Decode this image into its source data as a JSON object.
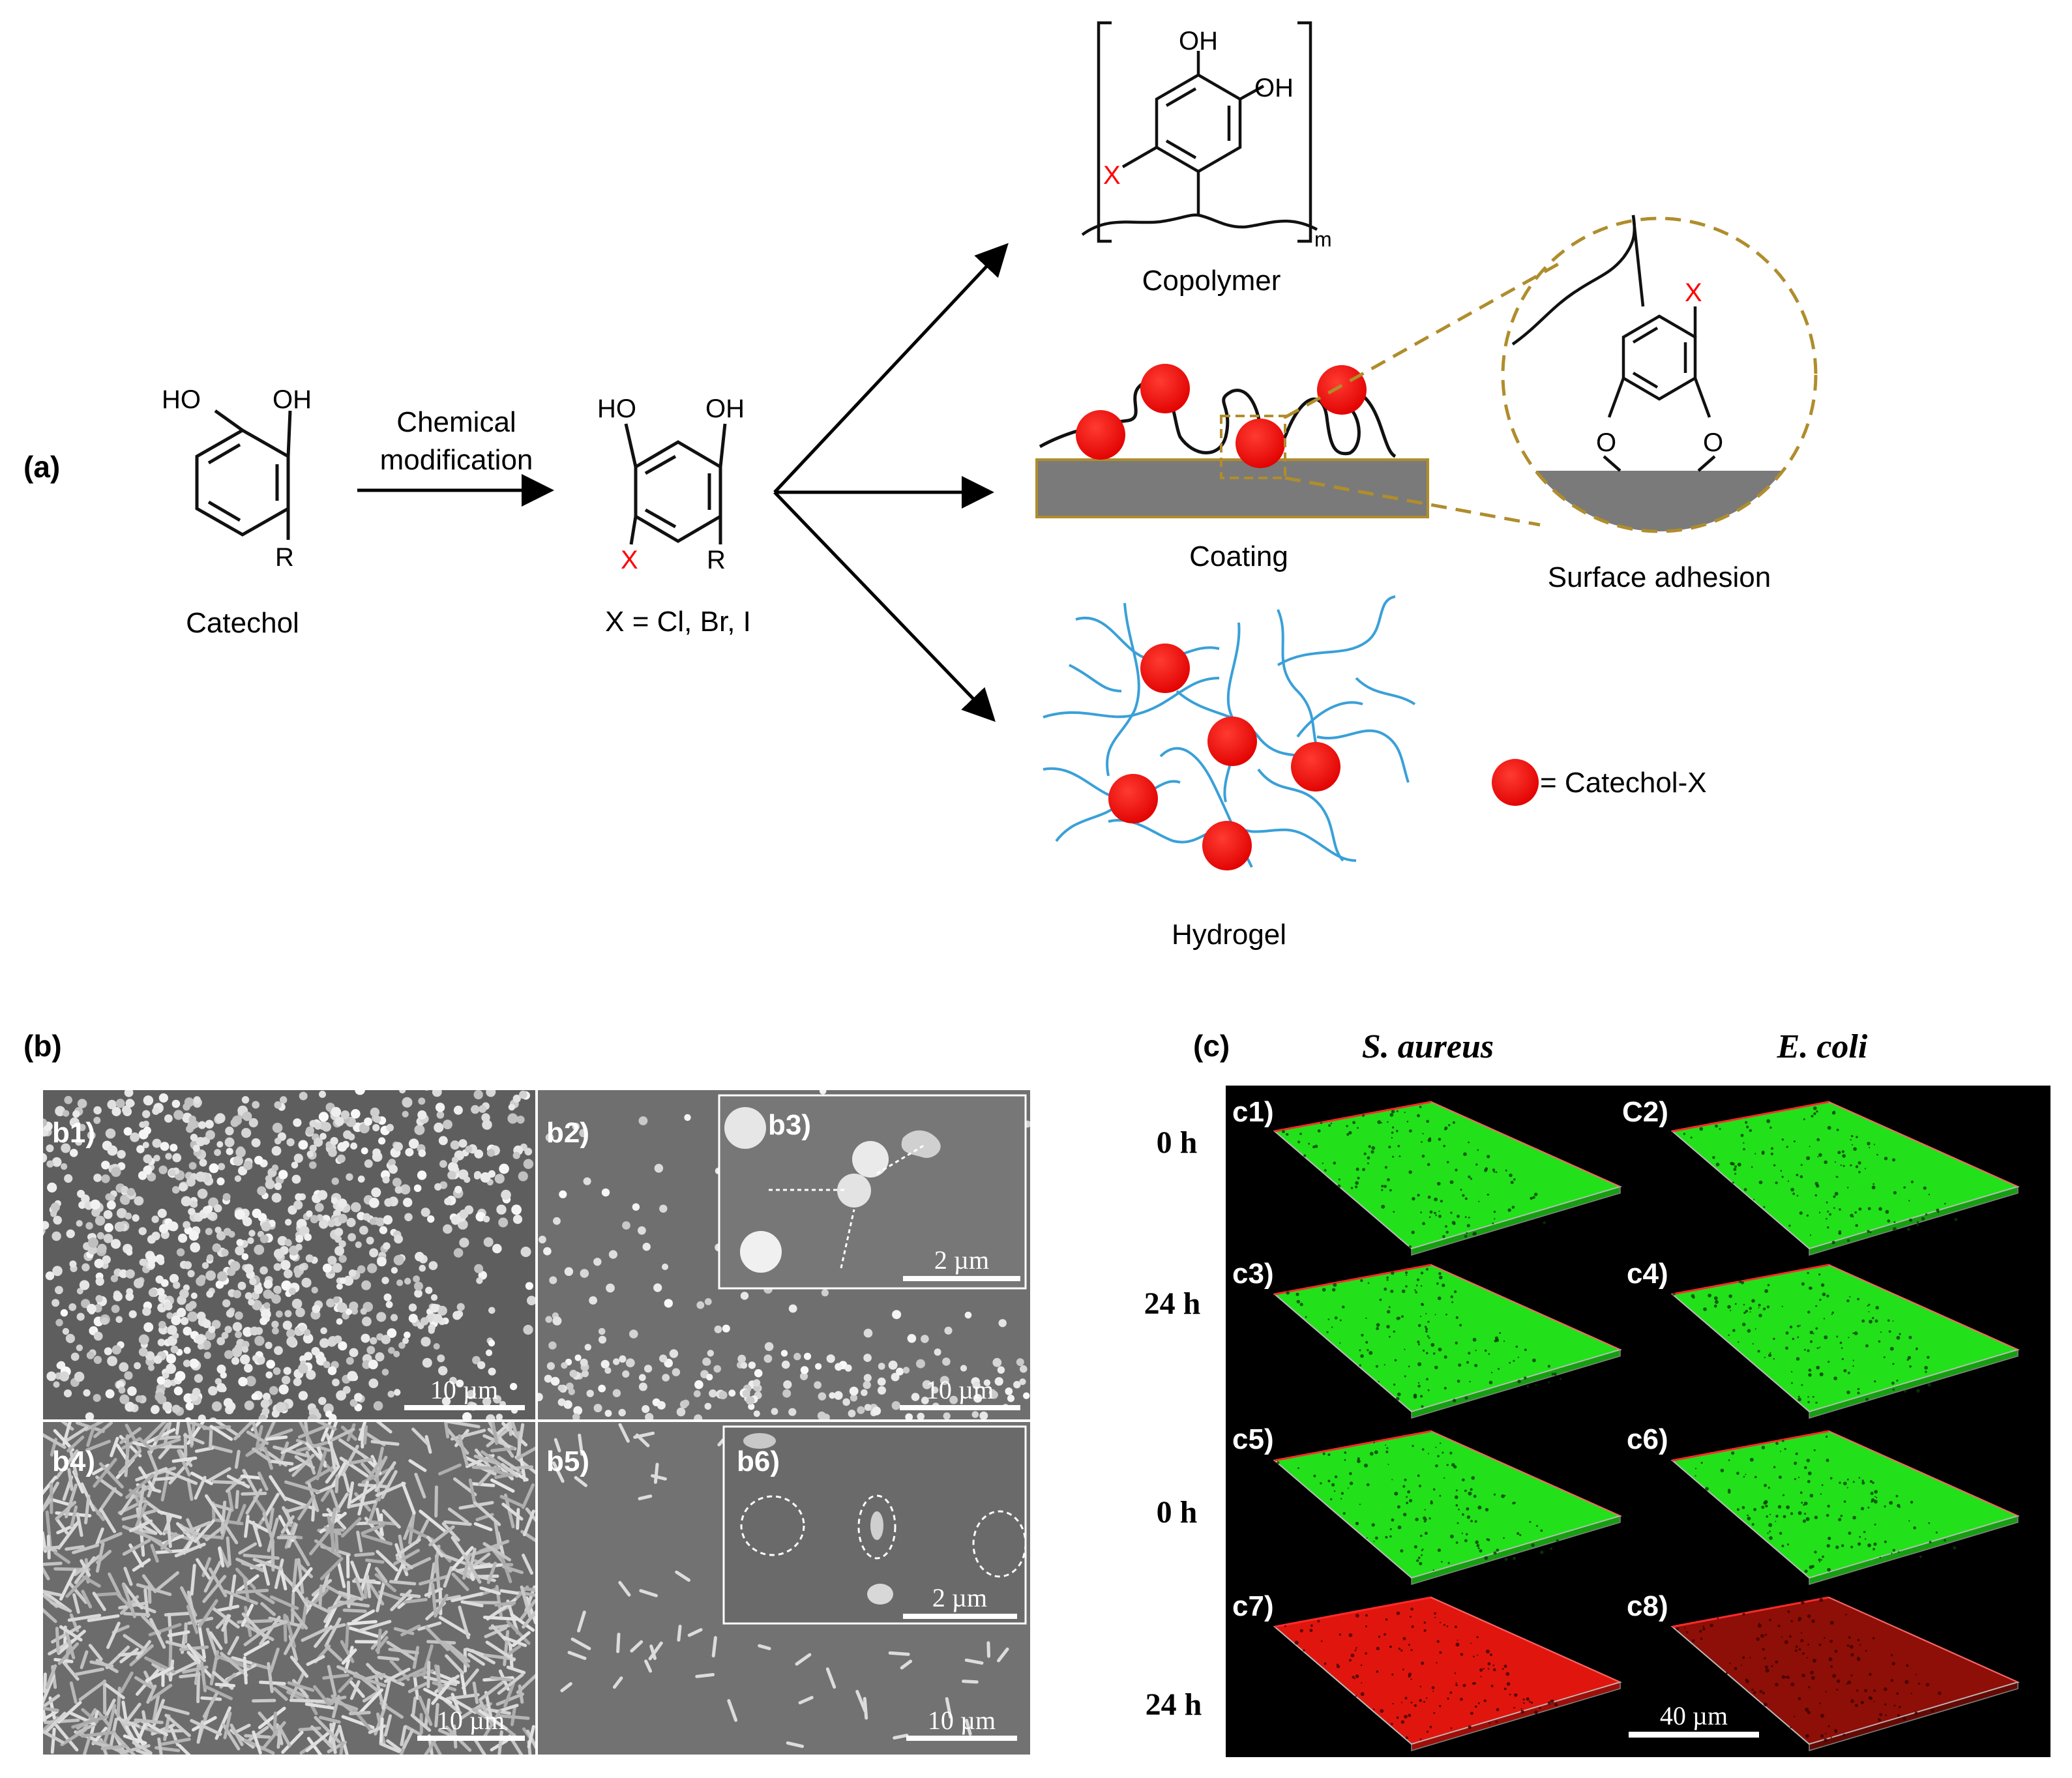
{
  "panel_a": {
    "label": "(a)",
    "catechol": {
      "ho": "HO",
      "oh": "OH",
      "r": "R",
      "name": "Catechol"
    },
    "arrow_label_1": "Chemical",
    "arrow_label_2": "modification",
    "product": {
      "ho": "HO",
      "oh": "OH",
      "x": "X",
      "r": "R",
      "caption": "X = Cl, Br, I"
    },
    "copolymer": {
      "oh1": "OH",
      "oh2": "OH",
      "x": "X",
      "m": "m",
      "name": "Copolymer"
    },
    "coating": {
      "name": "Coating"
    },
    "surface": {
      "x": "X",
      "o1": "O",
      "o2": "O",
      "name": "Surface adhesion"
    },
    "hydrogel": {
      "name": "Hydrogel"
    },
    "legend": {
      "text": "= Catechol-X"
    }
  },
  "panel_b": {
    "label": "(b)",
    "tiles": {
      "b1": {
        "label": "b1)",
        "scale": "10 µm"
      },
      "b2": {
        "label": "b2)",
        "scale": "10 µm"
      },
      "b3": {
        "label": "b3)",
        "scale": "2 µm"
      },
      "b4": {
        "label": "b4)",
        "scale": "10 µm"
      },
      "b5": {
        "label": "b5)",
        "scale": "10 µm"
      },
      "b6": {
        "label": "b6)",
        "scale": "2 µm"
      }
    }
  },
  "panel_c": {
    "label": "(c)",
    "col_1": "S. aureus",
    "col_2": "E. coli",
    "rows": [
      "0 h",
      "24 h",
      "0 h",
      "24 h"
    ],
    "tiles": [
      "c1)",
      "C2)",
      "c3)",
      "c4)",
      "c5)",
      "c6)",
      "c7)",
      "c8)"
    ],
    "scale": "40 µm"
  },
  "colors": {
    "catechol_x": "#ff0000",
    "hydrogel": "#3aa0d8",
    "gold": "#b08d2c",
    "substrate": "#7a7a7a",
    "live": "#22e11a",
    "dead": "#e0160e"
  }
}
